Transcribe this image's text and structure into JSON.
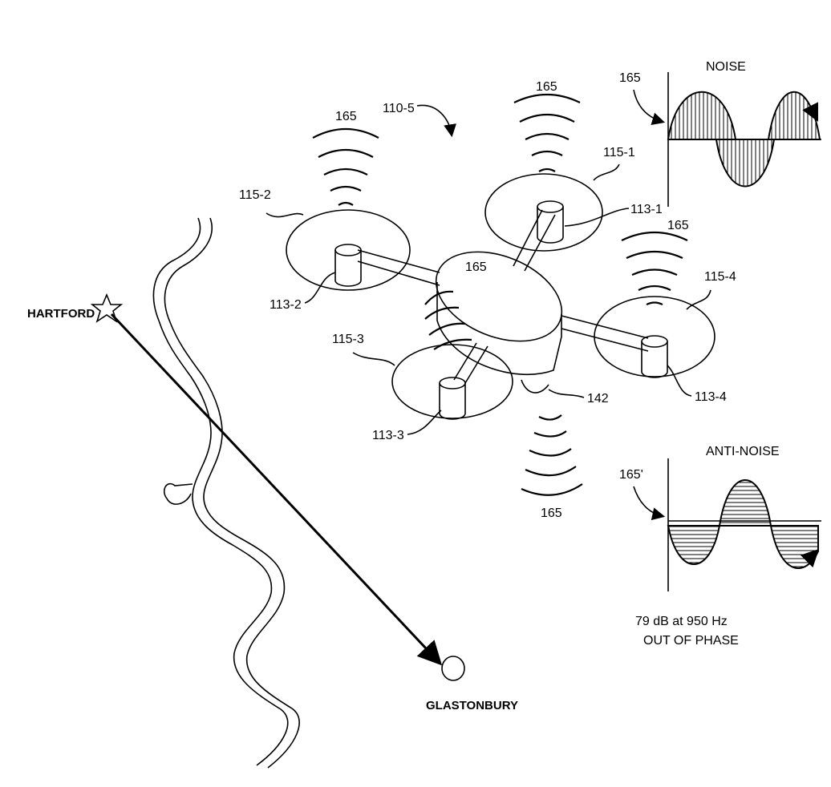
{
  "map": {
    "origin_label": "HARTFORD",
    "destination_label": "GLASTONBURY"
  },
  "drone": {
    "label": "110-5",
    "body_label": "142",
    "motors": [
      "113-1",
      "113-2",
      "113-3",
      "113-4"
    ],
    "propellers": [
      "115-1",
      "115-2",
      "115-3",
      "115-4"
    ],
    "sound_label": "165"
  },
  "noise_plot": {
    "title": "NOISE",
    "pointer_label": "165"
  },
  "anti_noise_plot": {
    "title": "ANTI-NOISE",
    "pointer_label": "165'",
    "caption_line1": "79 dB at 950 Hz",
    "caption_line2": "OUT OF PHASE"
  }
}
